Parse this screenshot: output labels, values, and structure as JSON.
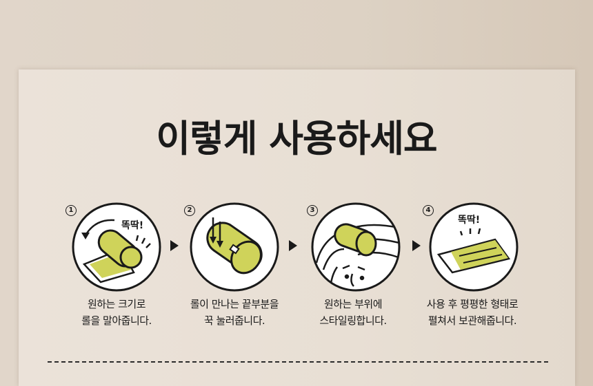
{
  "title": "이렇게 사용하세요",
  "colors": {
    "accent": "#cfd35a",
    "outline": "#1a1a1a",
    "circle_fill": "#ffffff",
    "card_bg": "#e8dfd4",
    "page_bg": "#ddd2c4"
  },
  "steps": [
    {
      "number": "1",
      "illustration": "roll-sheet-icon",
      "sound": "똑딱!",
      "caption_line1": "원하는 크기로",
      "caption_line2": "롤을 말아줍니다."
    },
    {
      "number": "2",
      "illustration": "press-roll-icon",
      "caption_line1": "롤이 만나는 끝부분을",
      "caption_line2": "꾹 눌러줍니다."
    },
    {
      "number": "3",
      "illustration": "hair-styling-icon",
      "caption_line1": "원하는 부위에",
      "caption_line2": "스타일링합니다."
    },
    {
      "number": "4",
      "illustration": "flat-sheet-icon",
      "sound": "똑딱!",
      "caption_line1": "사용 후 평평한 형태로",
      "caption_line2": "펼쳐서 보관해줍니다."
    }
  ]
}
